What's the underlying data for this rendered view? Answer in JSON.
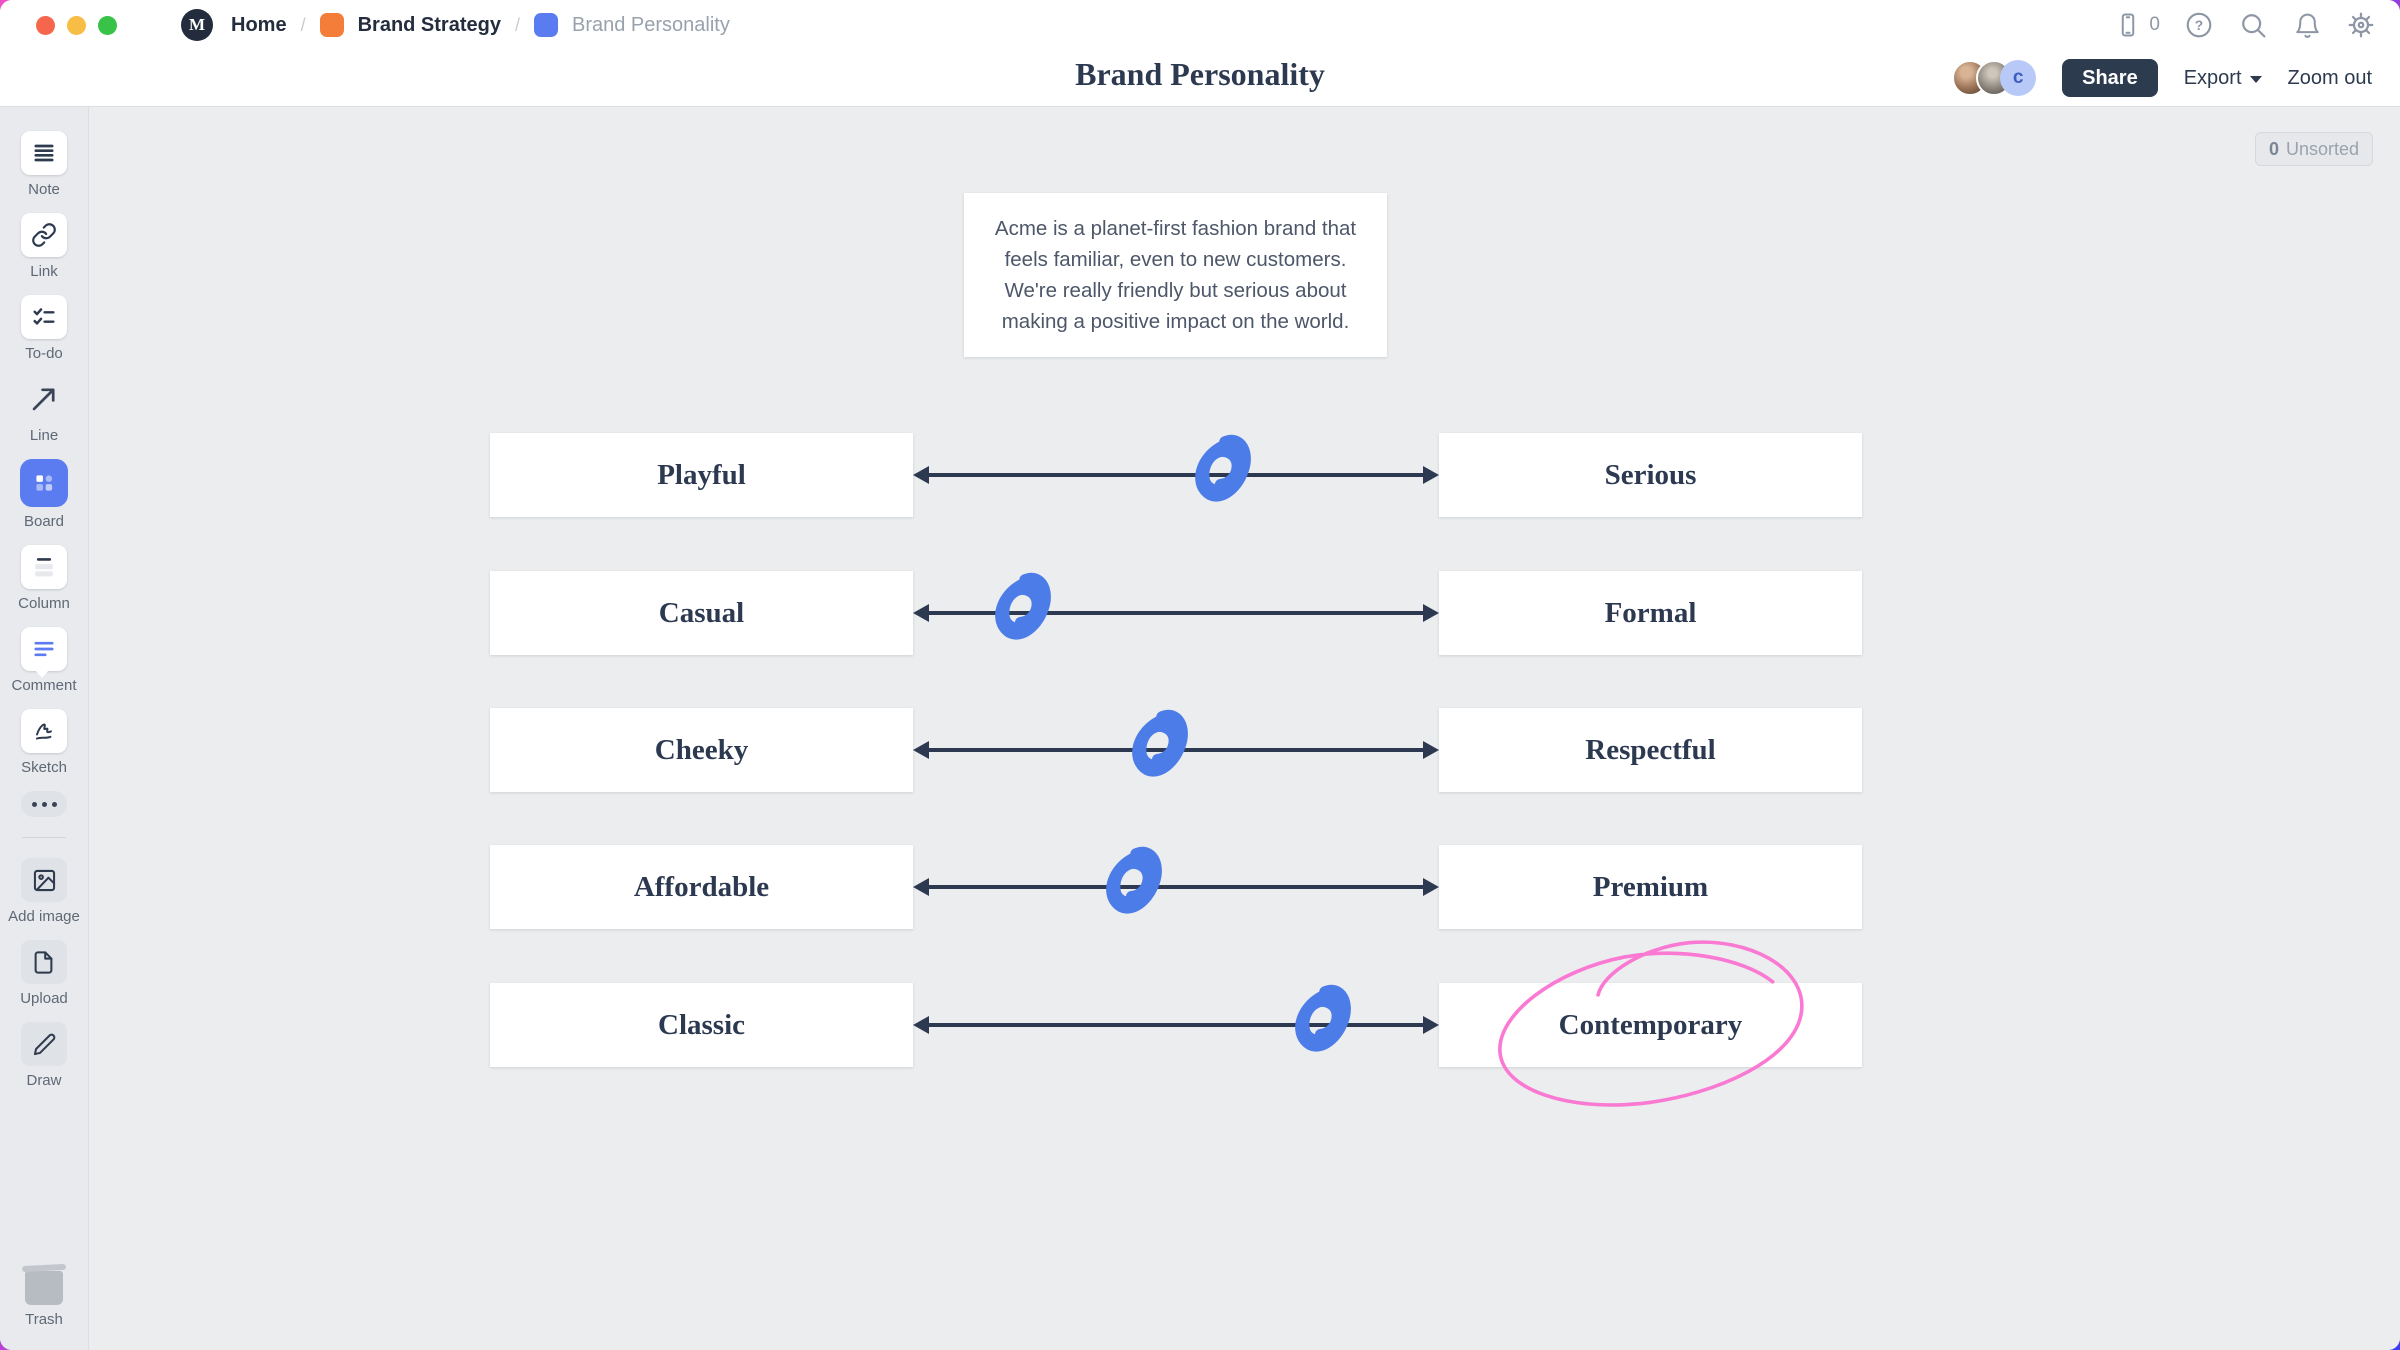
{
  "topbar": {
    "breadcrumbs": {
      "home": "Home",
      "parent": "Brand Strategy",
      "current": "Brand Personality",
      "separator": "/"
    },
    "device_count": "0"
  },
  "header": {
    "title": "Brand Personality",
    "share_label": "Share",
    "export_label": "Export",
    "zoom_out_label": "Zoom out",
    "avatar_initial": "c"
  },
  "sidebar": {
    "tools": [
      {
        "label": "Note"
      },
      {
        "label": "Link"
      },
      {
        "label": "To-do"
      },
      {
        "label": "Line"
      },
      {
        "label": "Board"
      },
      {
        "label": "Column"
      },
      {
        "label": "Comment"
      },
      {
        "label": "Sketch"
      }
    ],
    "media_tools": [
      {
        "label": "Add image"
      },
      {
        "label": "Upload"
      },
      {
        "label": "Draw"
      }
    ],
    "trash_label": "Trash"
  },
  "canvas": {
    "unsorted": {
      "count": "0",
      "label": "Unsorted"
    },
    "note": {
      "text": "Acme is a planet-first fashion brand that feels familiar, even to new customers. We're really friendly but serious about making a positive impact on the world."
    },
    "sliders": [
      {
        "left": "Playful",
        "right": "Serious",
        "marker_position": 0.59
      },
      {
        "left": "Casual",
        "right": "Formal",
        "marker_position": 0.21
      },
      {
        "left": "Cheeky",
        "right": "Respectful",
        "marker_position": 0.47
      },
      {
        "left": "Affordable",
        "right": "Premium",
        "marker_position": 0.42
      },
      {
        "left": "Classic",
        "right": "Contemporary",
        "marker_position": 0.78
      }
    ],
    "annotation": {
      "type": "hand-drawn-ellipse",
      "around": "Contemporary",
      "color": "#fa79d2"
    }
  },
  "colors": {
    "marker_blue": "#4c7ce8",
    "board_blue": "#5b7cf0",
    "breadcrumb_orange": "#f57d3a",
    "annotation_pink": "#fa79d2",
    "ink_navy": "#2c3950",
    "share_button_bg": "#2d3b4f",
    "canvas_bg": "#ebedef",
    "traffic_red": "#f5664d",
    "traffic_yellow": "#f7bd45",
    "traffic_green": "#38c248"
  }
}
